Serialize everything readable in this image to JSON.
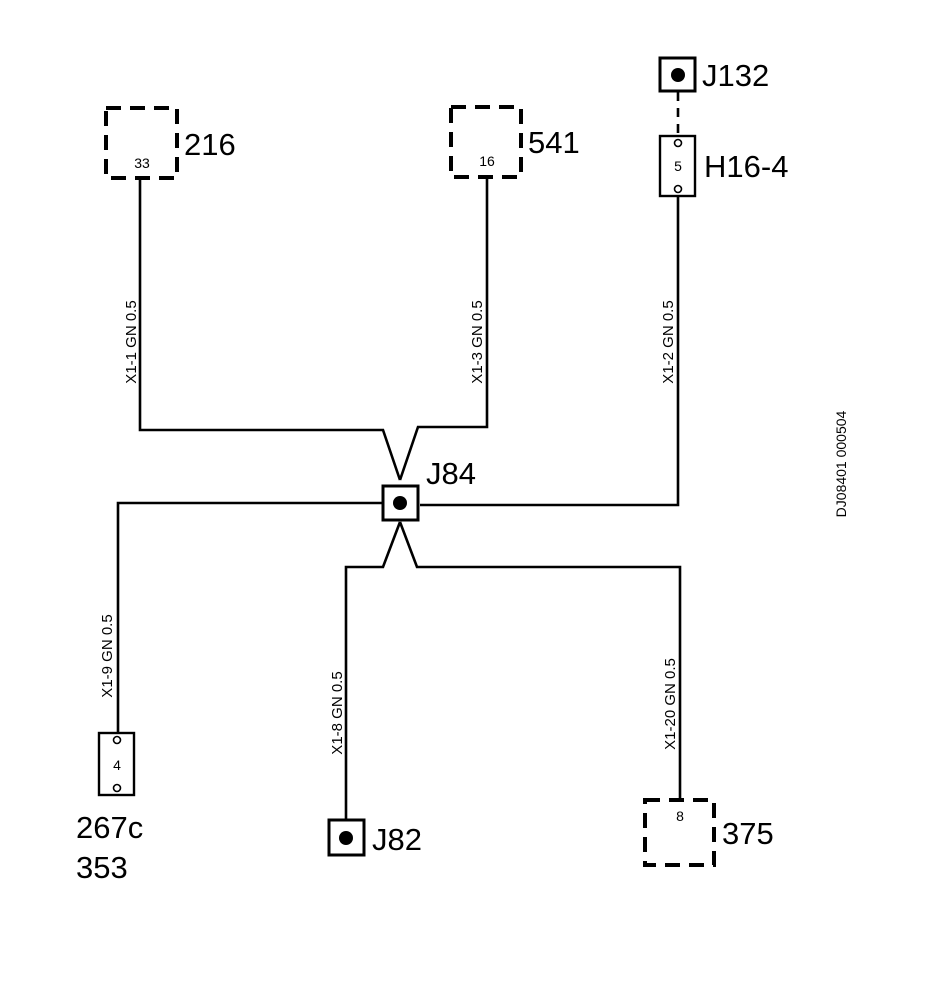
{
  "components": {
    "c216": {
      "pin": "33",
      "label": "216"
    },
    "c541": {
      "pin": "16",
      "label": "541"
    },
    "j132": {
      "label": "J132"
    },
    "h16_4": {
      "pin": "5",
      "label": "H16-4"
    },
    "j84": {
      "label": "J84"
    },
    "c267": {
      "pin": "4",
      "label_line1": "267c",
      "label_line2": "353"
    },
    "j82": {
      "label": "J82"
    },
    "c375": {
      "pin": "8",
      "label": "375"
    }
  },
  "wires": {
    "w1": {
      "text": "X1-1   GN   0.5"
    },
    "w3": {
      "text": "X1-3   GN   0.5"
    },
    "w2": {
      "text": "X1-2   GN   0.5"
    },
    "w9": {
      "text": "X1-9   GN   0.5"
    },
    "w8": {
      "text": "X1-8   GN   0.5"
    },
    "w20": {
      "text": "X1-20   GN   0.5"
    }
  },
  "drawing_code": "DJ08401 000504"
}
